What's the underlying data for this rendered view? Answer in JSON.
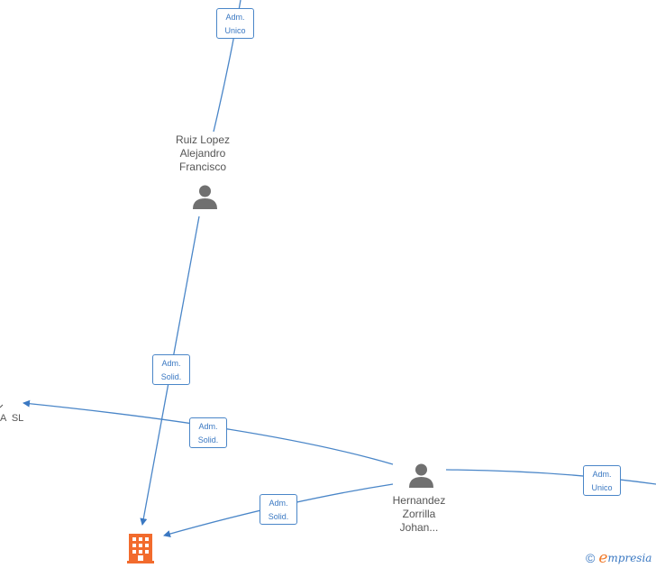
{
  "edges": {
    "top": {
      "line1": "Adm.",
      "line2": "Unico"
    },
    "ruiz_to_company": {
      "line1": "Adm.",
      "line2": "Solid."
    },
    "hernandez_to_left": {
      "line1": "Adm.",
      "line2": "Solid."
    },
    "hernandez_to_company": {
      "line1": "Adm.",
      "line2": "Solid."
    },
    "hernandez_to_right": {
      "line1": "Adm.",
      "line2": "Unico"
    }
  },
  "nodes": {
    "ruiz": {
      "line1": "Ruiz Lopez",
      "line2": "Alejandro",
      "line3": "Francisco",
      "icon": "person-icon"
    },
    "hernandez": {
      "line1": "Hernandez",
      "line2": "Zorrilla",
      "line3": "Johan...",
      "icon": "person-icon"
    },
    "left_company": {
      "label": "A  SL"
    },
    "main_company": {
      "icon": "building-icon"
    }
  },
  "brand": {
    "copyright": "©",
    "e": "e",
    "rest": "mpresia"
  },
  "colors": {
    "edge": "#4a86c8",
    "person": "#707070",
    "company": "#f26b2d"
  }
}
